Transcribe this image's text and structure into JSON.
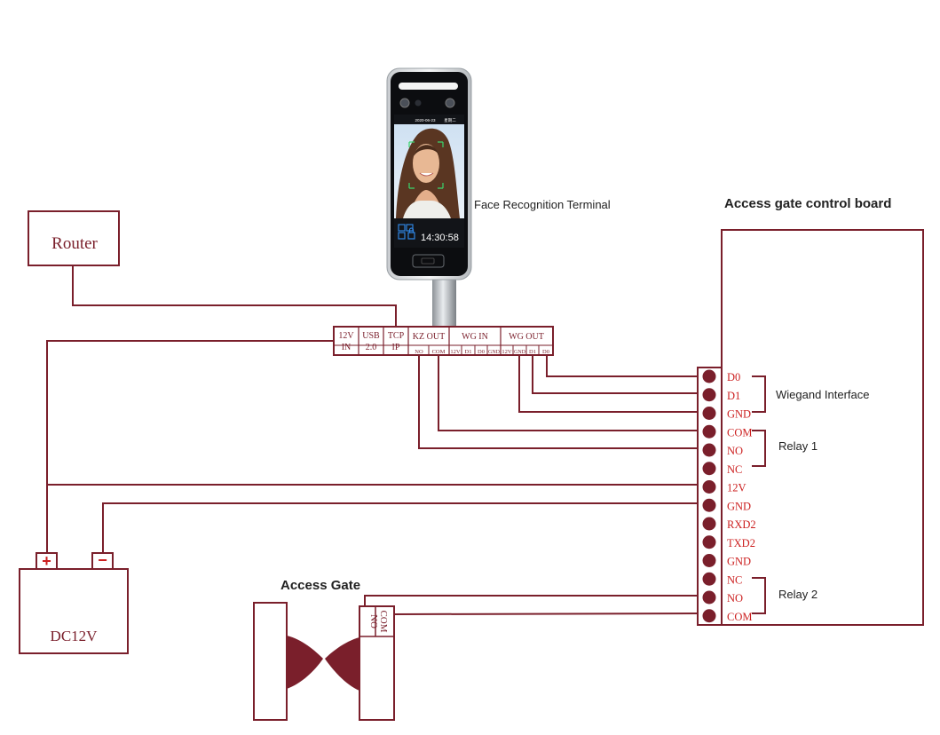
{
  "colors": {
    "wire": "#7a1f2b",
    "terminal_text": "#cc1f1f",
    "label_text": "#222222",
    "gate_wing": "#7a1f2b"
  },
  "terminal": {
    "label": "Face Recognition Terminal",
    "screen_date": "2020-06-23",
    "screen_day": "星期二",
    "screen_time": "14:30:58",
    "ports": {
      "power": {
        "line1": "12V",
        "line2": "IN"
      },
      "usb": {
        "line1": "USB",
        "line2": "2.0"
      },
      "tcp": {
        "line1": "TCP",
        "line2": "IP"
      },
      "kz_out": {
        "title": "KZ OUT",
        "pins": [
          "NO",
          "COM"
        ]
      },
      "wg_in": {
        "title": "WG IN",
        "pins": [
          "12V",
          "D1",
          "D0",
          "GND"
        ]
      },
      "wg_out": {
        "title": "WG OUT",
        "pins": [
          "12V",
          "GND",
          "D1",
          "D0"
        ]
      }
    }
  },
  "router": {
    "label": "Router"
  },
  "psu": {
    "label": "DC12V",
    "plus": "+",
    "minus": "−"
  },
  "board": {
    "title": "Access gate control board",
    "terminals": [
      "D0",
      "D1",
      "GND",
      "COM",
      "NO",
      "NC",
      "12V",
      "GND",
      "RXD2",
      "TXD2",
      "GND",
      "NC",
      "NO",
      "COM"
    ],
    "groups": {
      "wiegand": "Wiegand Interface",
      "relay1": "Relay 1",
      "relay2": "Relay 2"
    }
  },
  "gate": {
    "title": "Access Gate",
    "pin_no": "NO",
    "pin_com": "COM"
  }
}
